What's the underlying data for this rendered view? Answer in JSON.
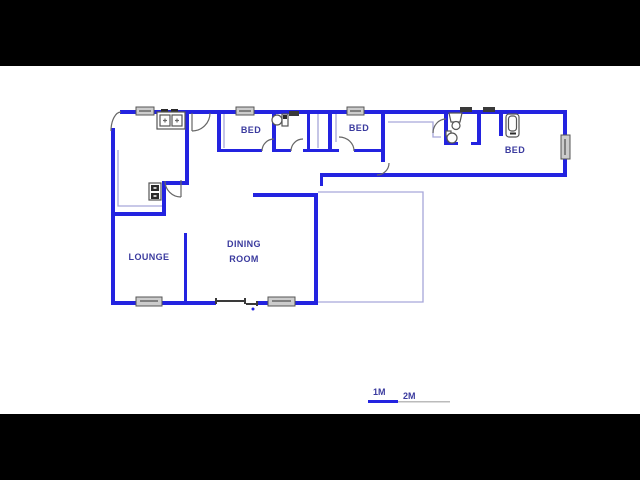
{
  "frame": {
    "type": "letterboxed-floor-plan",
    "letterbox_color": "#000000",
    "canvas_color": "#ffffff"
  },
  "floor_plan": {
    "rooms": [
      {
        "id": "bedroom-1",
        "label": "BED"
      },
      {
        "id": "bedroom-2",
        "label": "BED"
      },
      {
        "id": "bedroom-3",
        "label": "BED"
      },
      {
        "id": "lounge",
        "label": "LOUNGE"
      },
      {
        "id": "dining-room",
        "label_line_1": "DINING",
        "label_line_2": "ROOM"
      }
    ],
    "scale_bar": {
      "label_1": "1M",
      "label_2": "2M"
    },
    "fixtures": [
      "double-sink",
      "stove",
      "toilet",
      "wash-basin",
      "toilet",
      "bathtub"
    ],
    "features": [
      "windows",
      "door-swings",
      "sliding-door",
      "planned-extension-outline",
      "built-in-cupboard-lines"
    ],
    "colors": {
      "background": "#000000",
      "canvas": "#ffffff",
      "wall_blue": "#2323e0",
      "label_navy": "#3a3a9e",
      "annotation_purple": "#a6a6d9",
      "fixture_gray": "#555555",
      "window_fill": "#cccccc",
      "scale_gray": "#bbbbbb"
    }
  }
}
